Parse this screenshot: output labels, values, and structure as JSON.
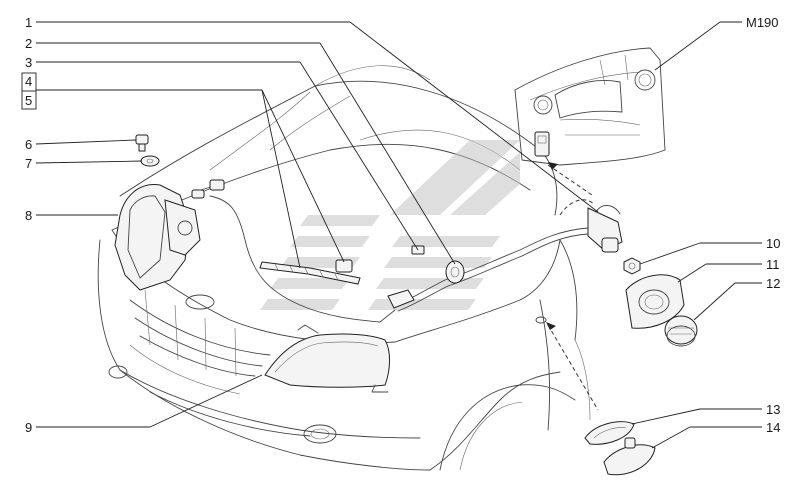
{
  "callouts": [
    {
      "id": "c1",
      "text": "1"
    },
    {
      "id": "c2",
      "text": "2"
    },
    {
      "id": "c3",
      "text": "3"
    },
    {
      "id": "c4",
      "text": "4"
    },
    {
      "id": "c5",
      "text": "5"
    },
    {
      "id": "c6",
      "text": "6"
    },
    {
      "id": "c7",
      "text": "7"
    },
    {
      "id": "c8",
      "text": "8"
    },
    {
      "id": "c9",
      "text": "9"
    },
    {
      "id": "c10",
      "text": "10"
    },
    {
      "id": "c11",
      "text": "11"
    },
    {
      "id": "c12",
      "text": "12"
    },
    {
      "id": "c13",
      "text": "13"
    },
    {
      "id": "c14",
      "text": "14"
    },
    {
      "id": "cm",
      "text": "M190"
    }
  ],
  "watermark_color": "#c4c4c4"
}
